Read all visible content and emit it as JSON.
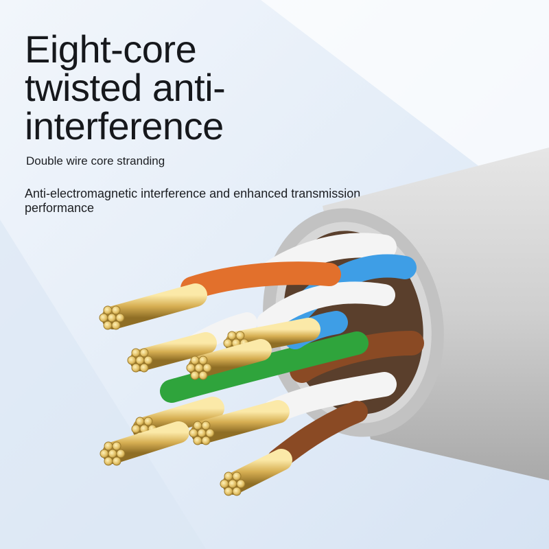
{
  "headline": {
    "line1": "Eight-core",
    "line2": "twisted anti-",
    "line3": "interference"
  },
  "subtitle": "Double wire core stranding",
  "description": "Anti-electromagnetic interference and enhanced transmission performance",
  "colors": {
    "background": "#e6eef8",
    "jacket": "#c9c9c9",
    "orange": "#e2702c",
    "blue": "#3e9ee6",
    "green": "#2fa43c",
    "brown": "#8a4a24",
    "copper": "#d8b25a"
  }
}
